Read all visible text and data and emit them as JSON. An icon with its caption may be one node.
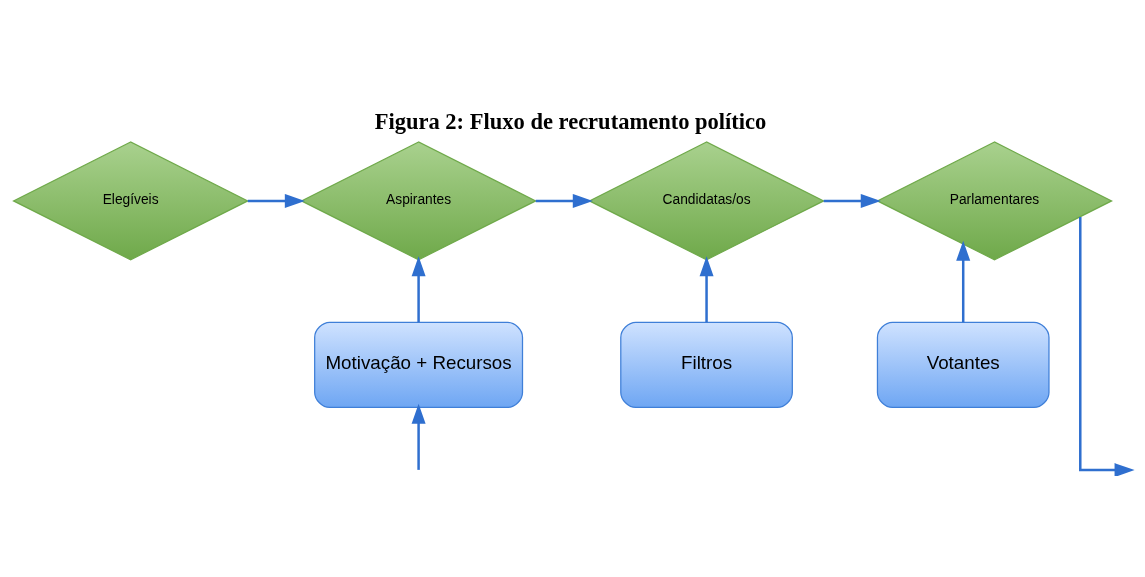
{
  "diagram": {
    "title": "Figura 2: Fluxo de recrutamento político",
    "nodes": [
      {
        "text": [
          "Elegíveis"
        ]
      },
      {
        "text": [
          "Aspirantes"
        ]
      },
      {
        "text": [
          "Candidatas/os"
        ]
      },
      {
        "text": [
          "Parlamentares"
        ]
      },
      {
        "text": [
          "Motivação + Recursos"
        ]
      },
      {
        "text": [
          "Filtros"
        ]
      },
      {
        "text": [
          "Votantes"
        ]
      }
    ],
    "edges": [
      {
        "from": 0,
        "to": 1,
        "arrow": "to"
      },
      {
        "from": 1,
        "to": 2,
        "arrow": "to"
      },
      {
        "from": 2,
        "to": 3,
        "arrow": "to"
      },
      {
        "from": 4,
        "to": 1,
        "arrow": "to"
      },
      {
        "from": 5,
        "to": 2,
        "arrow": "to"
      },
      {
        "from": 6,
        "to": 3,
        "arrow": "to"
      },
      {
        "from": 3,
        "to": null,
        "arrow": "to"
      },
      {
        "from": null,
        "to": 4,
        "arrow": "to"
      }
    ]
  }
}
